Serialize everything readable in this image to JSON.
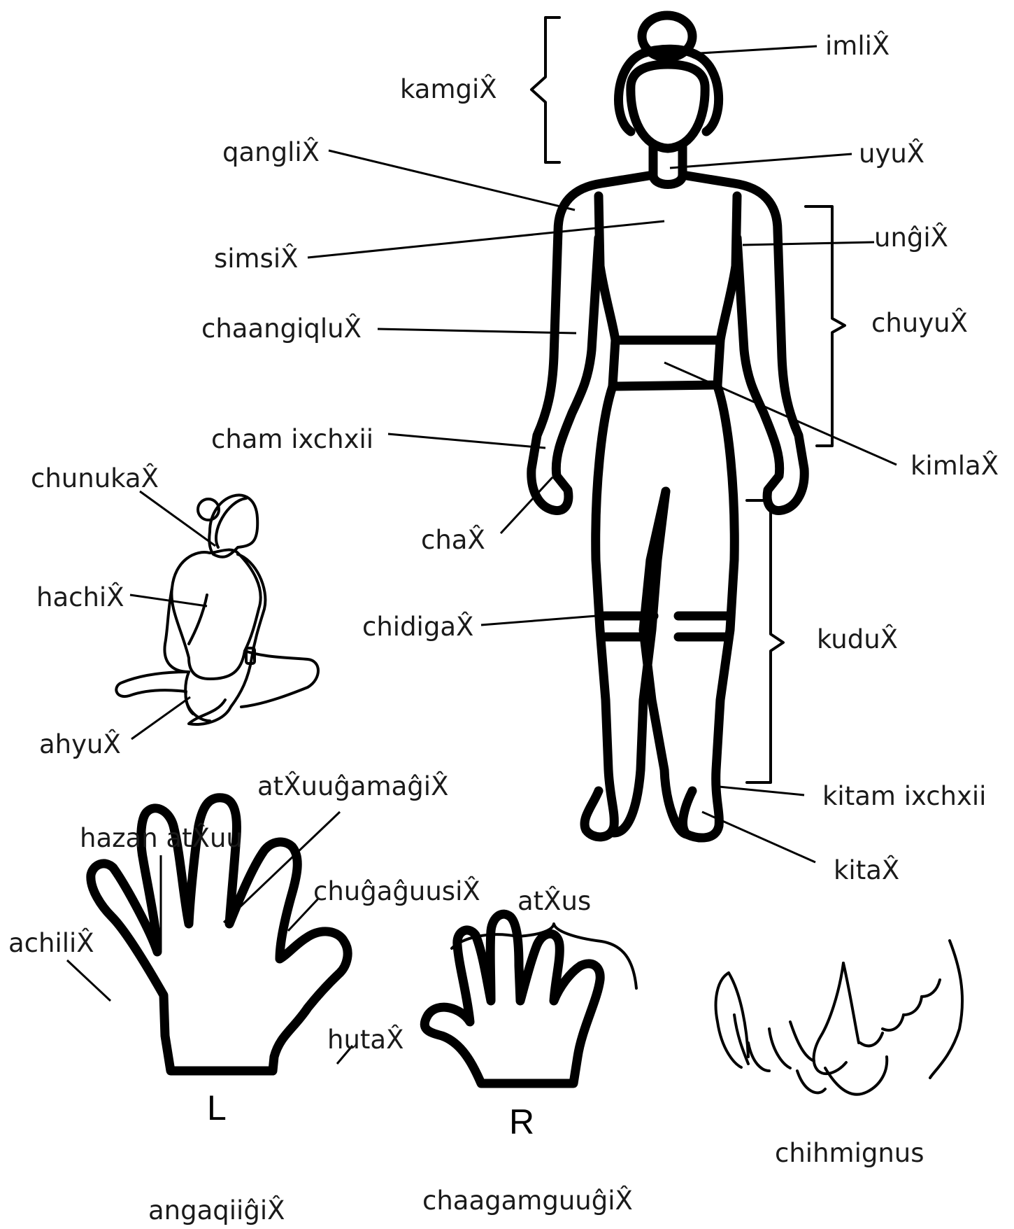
{
  "labels": {
    "imlix": "imliX̂",
    "kamgix": "kamgiX̂",
    "qanglix": "qangliX̂",
    "uyux": "uyuX̂",
    "simsix": "simsiX̂",
    "ungix": "unĝiX̂",
    "chaangiqlux": "chaangiqluX̂",
    "chuyux": "chuyuX̂",
    "cham_ixchxii": "cham ixchxii",
    "kimlax": "kimlaX̂",
    "chunukax": "chunukaX̂",
    "chax": "chaX̂",
    "hachix": "hachiX̂",
    "chidigax": "chidigaX̂",
    "kudux": "kuduX̂",
    "ahyux": "ahyuX̂",
    "atxuugamagix": "atX̂uuĝamaĝiX̂",
    "kitam_ixchxii": "kitam ixchxii",
    "hazan_atxuu": "hazan atX̂uu",
    "kitax": "kitaX̂",
    "chugaguusix": "chuĝaĝuusiX̂",
    "atxus": "atX̂us",
    "achilix": "achiliX̂",
    "hutax": "hutaX̂",
    "chihmignus": "chihmignus",
    "angaqiigix": "angaqiiĝiX̂",
    "chaagamguugix": "chaagamguuĝiX̂"
  },
  "hand_marks": {
    "left": "L",
    "right": "R"
  }
}
